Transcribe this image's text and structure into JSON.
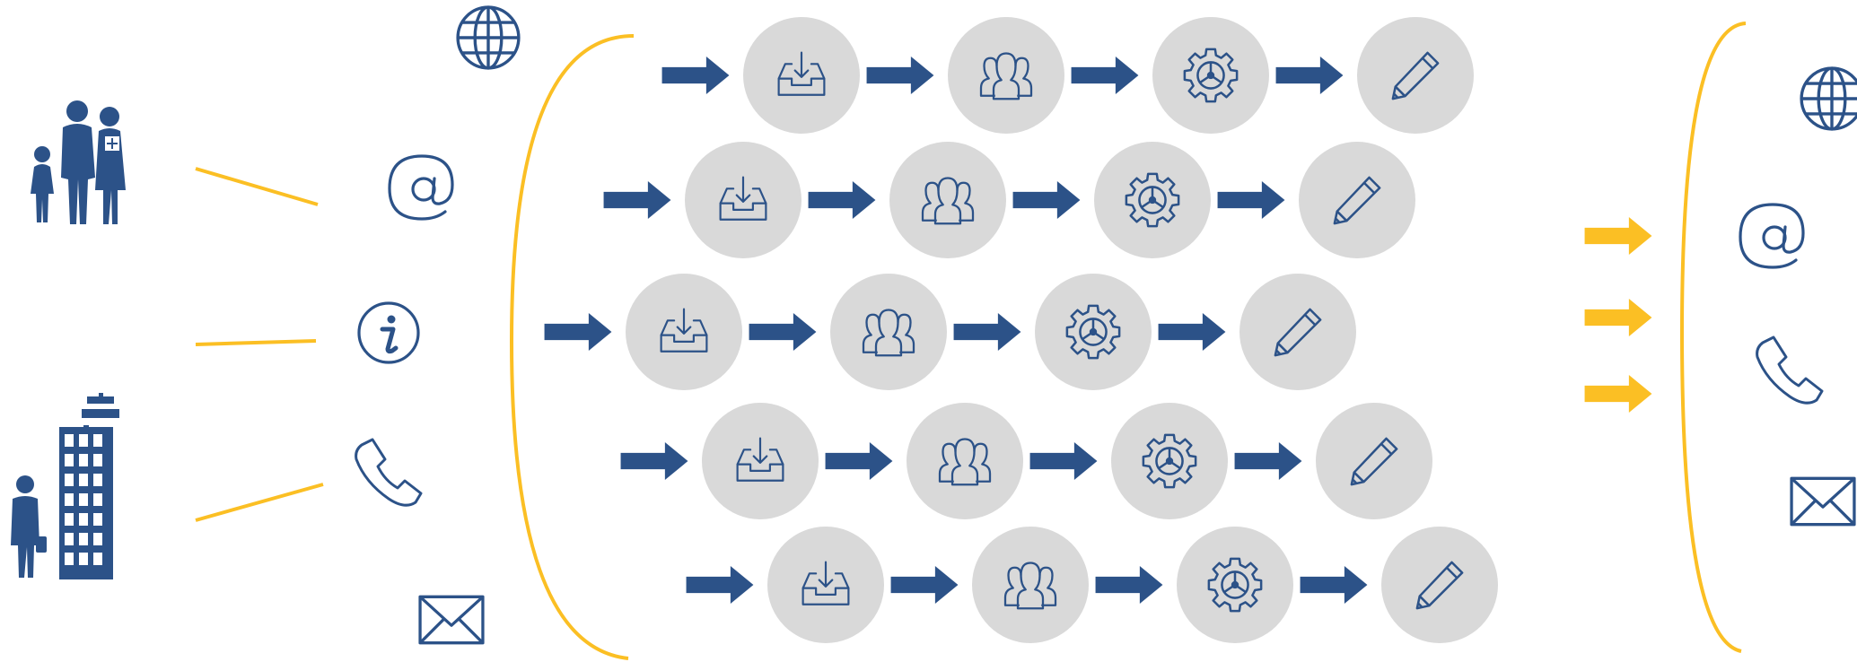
{
  "colors": {
    "primary_blue": "#2c5288",
    "accent_yellow": "#fbbf24",
    "node_gray": "#d9d9d9",
    "background": "#ffffff"
  },
  "sources": [
    {
      "name": "family",
      "icon": "family-icon"
    },
    {
      "name": "business",
      "icon": "business-building-icon"
    }
  ],
  "input_channels": [
    "globe-icon",
    "at-sign-icon",
    "info-icon",
    "phone-icon",
    "envelope-icon"
  ],
  "process_steps": [
    "inbox-download-icon",
    "users-group-icon",
    "gear-icon",
    "pencil-icon"
  ],
  "process_rows": 5,
  "output_channels": [
    "globe-icon",
    "at-sign-icon",
    "phone-icon",
    "envelope-icon"
  ],
  "output_arrows": 3
}
